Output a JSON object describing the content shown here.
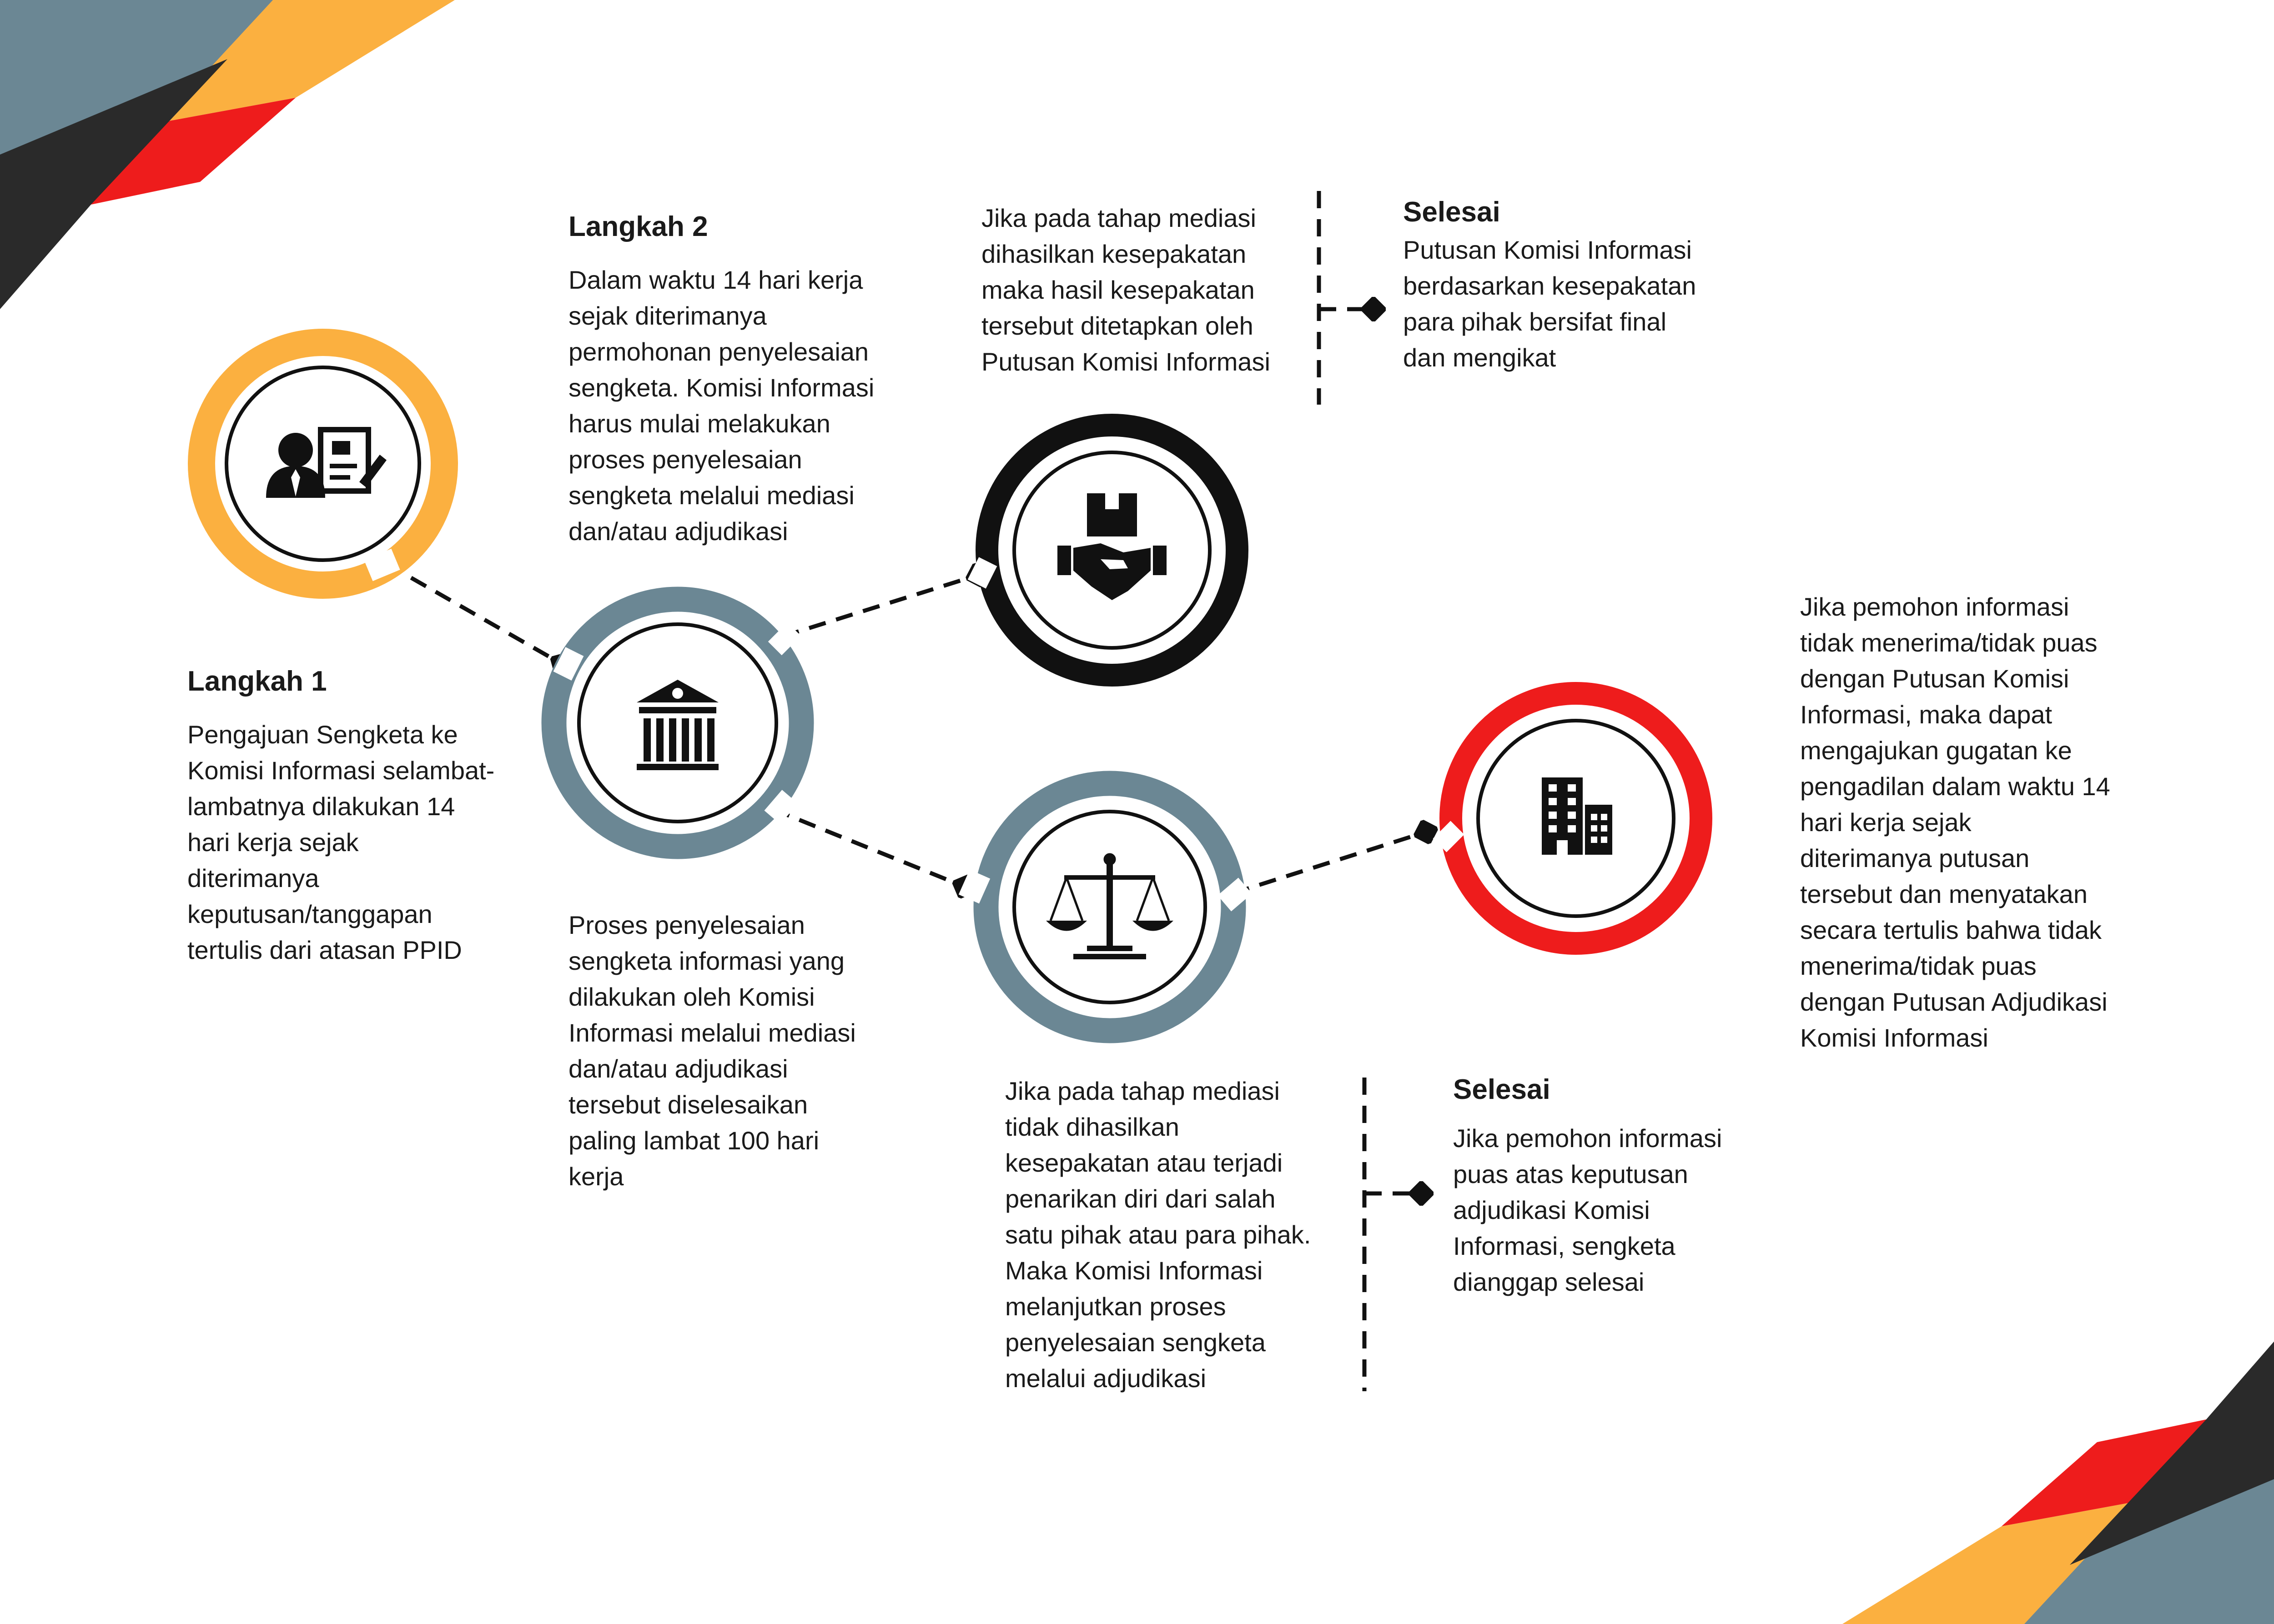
{
  "colors": {
    "orange": "#fbb040",
    "slate": "#6b8794",
    "black": "#111111",
    "red": "#ee1c1c",
    "dark_gray": "#2a2a2a"
  },
  "icons": {
    "step1": "person-with-document-icon",
    "step2": "courthouse-icon",
    "mediation": "handshake-with-box-icon",
    "adjudication": "scales-of-justice-icon",
    "court": "office-building-icon"
  },
  "step1": {
    "title": "Langkah 1",
    "text": "Pengajuan Sengketa ke\nKomisi Informasi selambat-\nlambatnya dilakukan 14\nhari kerja sejak\nditerimanya\nkeputusan/tanggapan\ntertulis dari atasan PPID"
  },
  "step2": {
    "title": "Langkah 2",
    "text": "Dalam waktu 14 hari kerja\nsejak diterimanya\npermohonan penyelesaian\nsengketa. Komisi Informasi\nharus mulai melakukan\nproses penyelesaian\nsengketa melalui mediasi\ndan/atau adjudikasi"
  },
  "process": {
    "text": "Proses penyelesaian\nsengketa informasi yang\ndilakukan oleh Komisi\nInformasi melalui mediasi\ndan/atau adjudikasi\ntersebut diselesaikan\npaling lambat 100 hari\nkerja"
  },
  "mediation_success": {
    "text": "Jika pada tahap mediasi\ndihasilkan kesepakatan\nmaka hasil kesepakatan\ntersebut ditetapkan oleh\nPutusan Komisi Informasi"
  },
  "done_top": {
    "title": "Selesai",
    "text": "Putusan Komisi Informasi\nberdasarkan kesepakatan\npara pihak bersifat final\ndan mengikat"
  },
  "mediation_fail": {
    "text": "Jika pada tahap mediasi\ntidak dihasilkan\nkesepakatan atau terjadi\npenarikan diri dari salah\nsatu pihak atau para pihak.\nMaka Komisi Informasi\nmelanjutkan proses\npenyelesaian sengketa\nmelalui adjudikasi"
  },
  "done_bottom": {
    "title": "Selesai",
    "text": "Jika pemohon informasi\npuas atas keputusan\nadjudikasi Komisi\nInformasi, sengketa\ndianggap selesai"
  },
  "court_appeal": {
    "text": "Jika pemohon informasi\ntidak menerima/tidak puas\ndengan Putusan Komisi\nInformasi, maka dapat\nmengajukan gugatan ke\npengadilan dalam waktu 14\nhari kerja sejak\nditerimanya putusan\ntersebut dan menyatakan\nsecara tertulis bahwa tidak\nmenerima/tidak puas\ndengan Putusan Adjudikasi\nKomisi Informasi"
  }
}
